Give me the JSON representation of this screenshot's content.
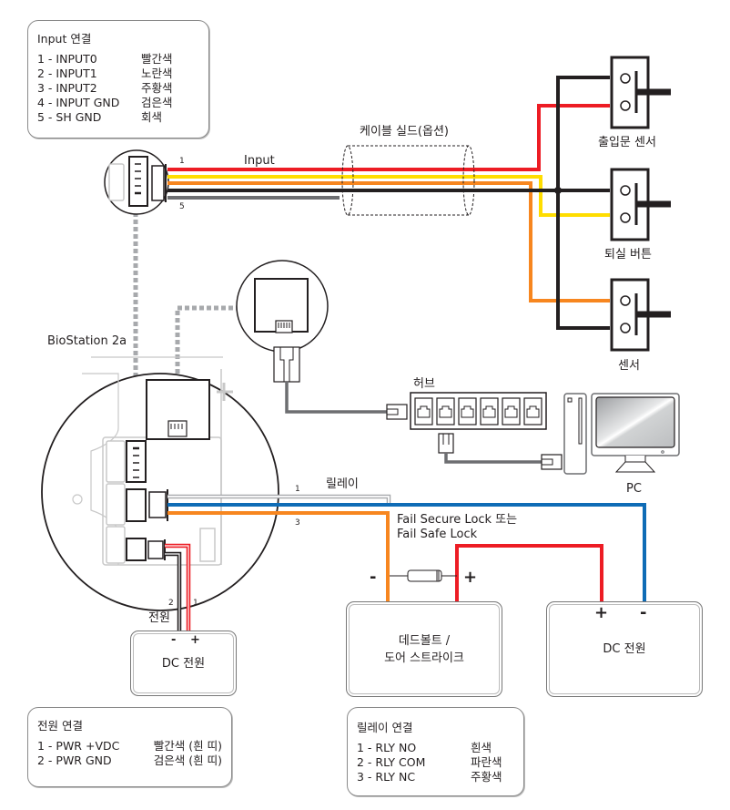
{
  "device": {
    "name": "BioStation 2a"
  },
  "input_legend": {
    "title": "Input 연결",
    "rows": [
      {
        "pin": "1 - INPUT0",
        "color": "빨간색"
      },
      {
        "pin": "2 - INPUT1",
        "color": "노란색"
      },
      {
        "pin": "3 - INPUT2",
        "color": "주황색"
      },
      {
        "pin": "4 - INPUT GND",
        "color": "검은색"
      },
      {
        "pin": "5 - SH GND",
        "color": "회색"
      }
    ]
  },
  "power_legend": {
    "title": "전원 연결",
    "rows": [
      {
        "pin": "1 - PWR +VDC",
        "color": "빨간색 (흰 띠)"
      },
      {
        "pin": "2 - PWR GND",
        "color": "검은색 (흰 띠)"
      }
    ]
  },
  "relay_legend": {
    "title": "릴레이 연결",
    "rows": [
      {
        "pin": "1 - RLY NO",
        "color": "흰색"
      },
      {
        "pin": "2 - RLY COM",
        "color": "파란색"
      },
      {
        "pin": "3 - RLY NC",
        "color": "주황색"
      }
    ]
  },
  "labels": {
    "input_wire": "Input",
    "input_pin_first": "1",
    "input_pin_last": "5",
    "cable_shield": "케이블 실드(옵션)",
    "door_sensor": "출입문 센서",
    "exit_button": "퇴실 버튼",
    "sensor": "센서",
    "hub": "허브",
    "pc": "PC",
    "relay": "릴레이",
    "relay_pin_first": "1",
    "relay_pin_last": "3",
    "lock_type_line1": "Fail Secure Lock 또는",
    "lock_type_line2": "Fail Safe Lock",
    "diode_minus": "-",
    "diode_plus": "+",
    "power": "전원",
    "power_pin_2": "2",
    "power_pin_1": "1"
  },
  "boxes": {
    "dc_power_left": {
      "label": "DC 전원",
      "minus": "-",
      "plus": "+"
    },
    "deadbolt": {
      "line1": "데드볼트 /",
      "line2": "도어 스트라이크"
    },
    "dc_power_right": {
      "label": "DC 전원",
      "plus": "+",
      "minus": "-"
    }
  },
  "wire_colors": {
    "red": "#ed1c24",
    "yellow": "#ffdd00",
    "orange": "#f7861f",
    "black": "#231f20",
    "gray": "#6d6e71",
    "blue": "#0f6cb6",
    "white": "#ffffff",
    "dotted": "#a7a9ac"
  }
}
